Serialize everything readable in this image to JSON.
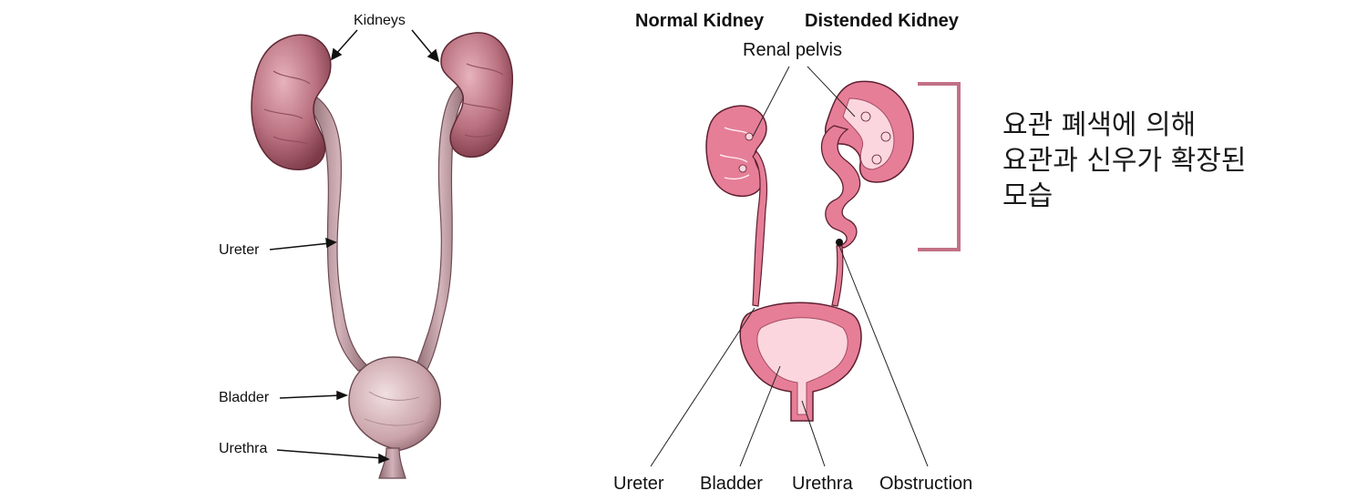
{
  "left_diagram": {
    "labels": {
      "kidneys": "Kidneys",
      "ureter": "Ureter",
      "bladder": "Bladder",
      "urethra": "Urethra"
    }
  },
  "right_diagram": {
    "headers": {
      "normal": "Normal Kidney",
      "distended": "Distended Kidney"
    },
    "labels": {
      "renal_pelvis": "Renal pelvis",
      "ureter": "Ureter",
      "bladder": "Bladder",
      "urethra": "Urethra",
      "obstruction": "Obstruction"
    }
  },
  "annotation": {
    "text": "요관 폐색에 의해\n요관과 신우가 확장된\n모습",
    "bracket_color": "#c27186"
  }
}
